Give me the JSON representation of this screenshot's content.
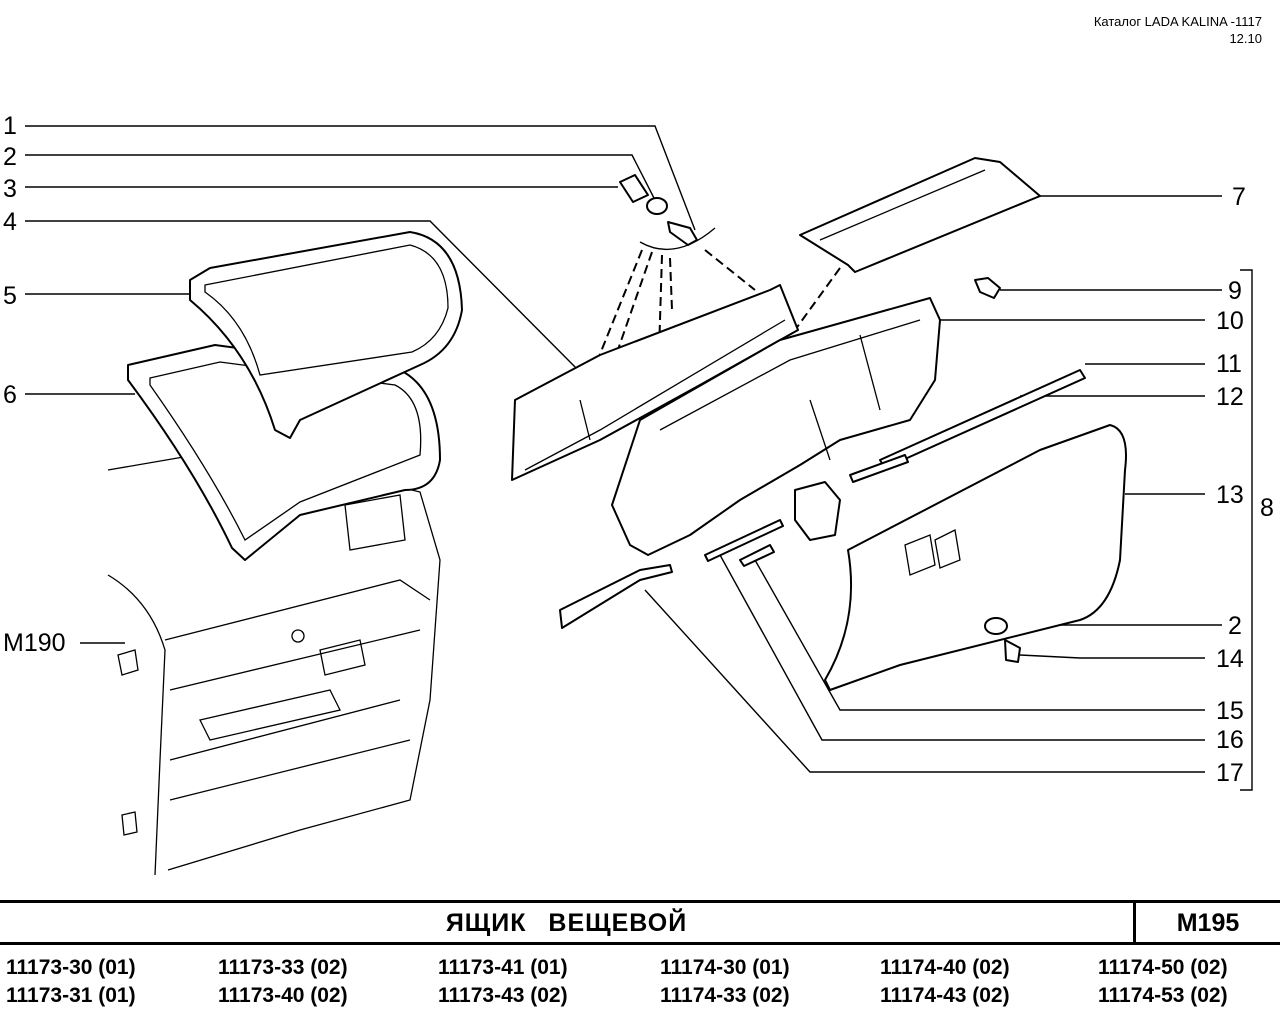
{
  "header": {
    "catalog": "Каталог LADA KALINA -1117",
    "date": "12.10"
  },
  "callouts": {
    "left": [
      "1",
      "2",
      "3",
      "4",
      "5",
      "6",
      "M190"
    ],
    "right": [
      "7",
      "9",
      "10",
      "11",
      "12",
      "13",
      "2",
      "14",
      "15",
      "16",
      "17"
    ],
    "group": "8"
  },
  "title": "ЯЩИК ВЕЩЕВОЙ",
  "code": "M195",
  "models": [
    [
      "11173-30 (01)",
      "11173-31 (01)"
    ],
    [
      "11173-33 (02)",
      "11173-40 (02)"
    ],
    [
      "11173-41 (01)",
      "11173-43 (02)"
    ],
    [
      "11174-30 (01)",
      "11174-33 (02)"
    ],
    [
      "11174-40 (02)",
      "11174-43 (02)"
    ],
    [
      "11174-50 (02)",
      "11174-53 (02)"
    ]
  ]
}
